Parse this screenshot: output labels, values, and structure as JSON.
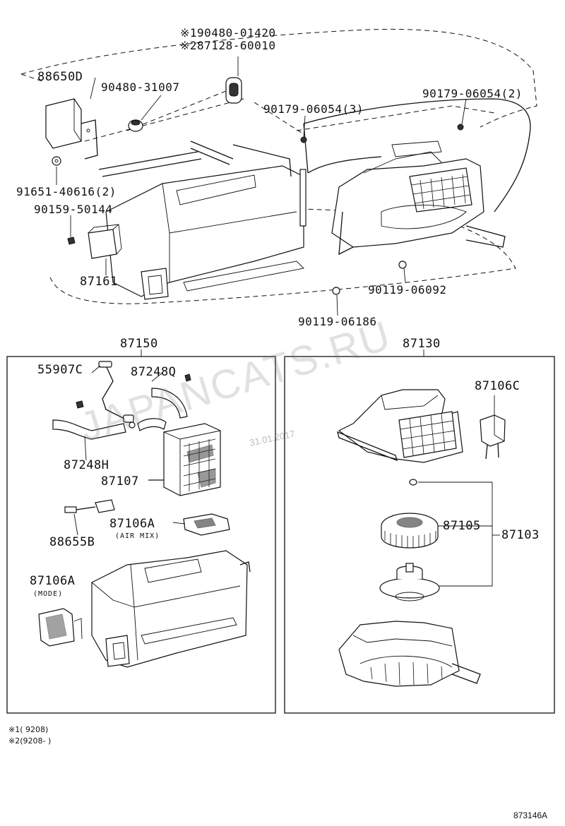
{
  "diagram": {
    "watermark": "JAPANCATS.RU",
    "watermark_date": "31.01.2017",
    "catalog_code": "873146A",
    "top_labels": {
      "alt1": "※190480-01420",
      "alt2": "※287128-60010",
      "p88650D": "88650D",
      "p90480_31007": "90480-31007",
      "p90179_06054_3": "90179-06054(3)",
      "p90179_06054_2": "90179-06054(2)",
      "p91651_40616": "91651-40616(2)",
      "p90159_50144": "90159-50144",
      "p87161": "87161",
      "p90119_06092": "90119-06092",
      "p90119_06186": "90119-06186"
    },
    "left_box": {
      "title": "87150",
      "labels": {
        "p55907C": "55907C",
        "p87248Q": "87248Q",
        "p87248H": "87248H",
        "p87107": "87107",
        "p87106A_air": "87106A",
        "air_mix": "(AIR MIX)",
        "p88655B": "88655B",
        "p87106A_mode": "87106A",
        "mode": "(MODE)"
      }
    },
    "right_box": {
      "title": "87130",
      "labels": {
        "p87106C": "87106C",
        "p87105": "87105",
        "p87103": "87103"
      }
    },
    "notes": {
      "note1": "※1(      9208)",
      "note2": "※2(9208-     )"
    }
  }
}
